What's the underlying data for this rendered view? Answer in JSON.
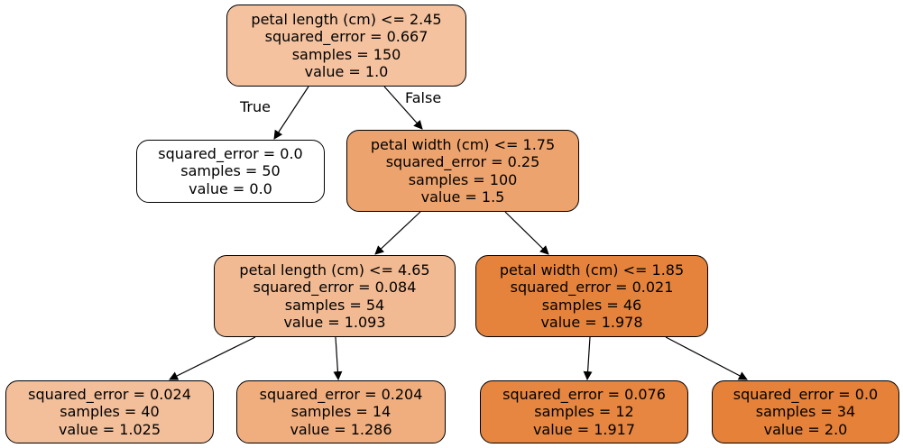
{
  "tree": {
    "edge_labels": {
      "true_label": "True",
      "false_label": "False"
    },
    "nodes": [
      {
        "id": "n0",
        "lines": [
          "petal length (cm) <= 2.45",
          "squared_error = 0.667",
          "samples = 150",
          "value = 1.0"
        ],
        "fill": "#f4c29f"
      },
      {
        "id": "n1",
        "lines": [
          "squared_error = 0.0",
          "samples = 50",
          "value = 0.0"
        ],
        "fill": "#ffffff"
      },
      {
        "id": "n2",
        "lines": [
          "petal width (cm) <= 1.75",
          "squared_error = 0.25",
          "samples = 100",
          "value = 1.5"
        ],
        "fill": "#eda36d"
      },
      {
        "id": "n3",
        "lines": [
          "petal length (cm) <= 4.65",
          "squared_error = 0.084",
          "samples = 54",
          "value = 1.093"
        ],
        "fill": "#f2ba92"
      },
      {
        "id": "n4",
        "lines": [
          "petal width (cm) <= 1.85",
          "squared_error = 0.021",
          "samples = 46",
          "value = 1.978"
        ],
        "fill": "#e5833c"
      },
      {
        "id": "n5",
        "lines": [
          "squared_error = 0.024",
          "samples = 40",
          "value = 1.025"
        ],
        "fill": "#f3bf9a"
      },
      {
        "id": "n6",
        "lines": [
          "squared_error = 0.204",
          "samples = 14",
          "value = 1.286"
        ],
        "fill": "#f0ae7f"
      },
      {
        "id": "n7",
        "lines": [
          "squared_error = 0.076",
          "samples = 12",
          "value = 1.917"
        ],
        "fill": "#e68641"
      },
      {
        "id": "n8",
        "lines": [
          "squared_error = 0.0",
          "samples = 34",
          "value = 2.0"
        ],
        "fill": "#e58139"
      }
    ]
  }
}
